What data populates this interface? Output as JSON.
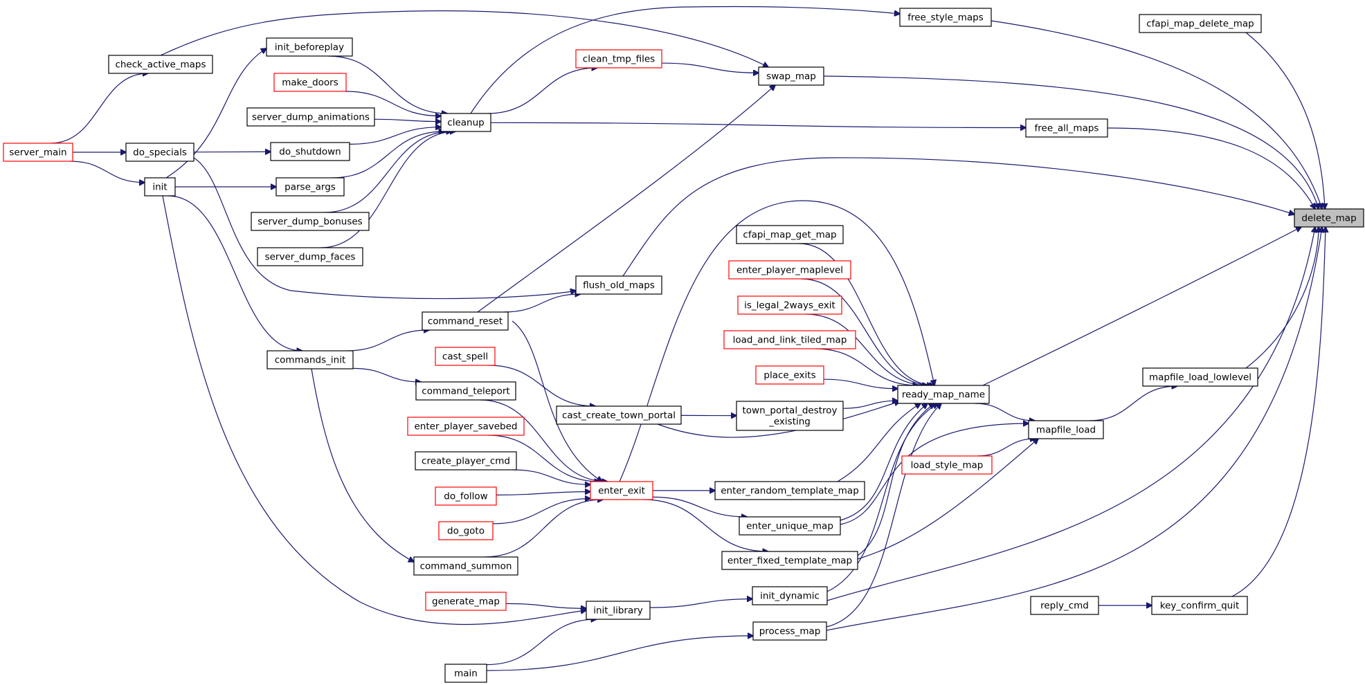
{
  "colors": {
    "edge": "#191970",
    "box_border_normal": "#000000",
    "box_border_truncated": "#ff0000",
    "box_fill_target": "#bfbfbf",
    "box_fill_normal": "#ffffff"
  },
  "nodes": {
    "delete_map": {
      "label": "delete_map",
      "style": "target"
    },
    "cfapi_map_delete_map": {
      "label": "cfapi_map_delete_map",
      "style": "normal"
    },
    "free_style_maps": {
      "label": "free_style_maps",
      "style": "normal"
    },
    "swap_map": {
      "label": "swap_map",
      "style": "normal"
    },
    "free_all_maps": {
      "label": "free_all_maps",
      "style": "normal"
    },
    "ready_map_name": {
      "label": "ready_map_name",
      "style": "normal"
    },
    "mapfile_load_lowlevel": {
      "label": "mapfile_load_lowlevel",
      "style": "normal"
    },
    "mapfile_load": {
      "label": "mapfile_load",
      "style": "normal"
    },
    "key_confirm_quit": {
      "label": "key_confirm_quit",
      "style": "normal"
    },
    "reply_cmd": {
      "label": "reply_cmd",
      "style": "normal"
    },
    "load_style_map": {
      "label": "load_style_map",
      "style": "red"
    },
    "check_active_maps": {
      "label": "check_active_maps",
      "style": "normal"
    },
    "init_beforeplay": {
      "label": "init_beforeplay",
      "style": "normal"
    },
    "make_doors": {
      "label": "make_doors",
      "style": "red"
    },
    "server_dump_animations": {
      "label": "server_dump_animations",
      "style": "normal"
    },
    "cleanup": {
      "label": "cleanup",
      "style": "normal"
    },
    "clean_tmp_files": {
      "label": "clean_tmp_files",
      "style": "red"
    },
    "do_shutdown": {
      "label": "do_shutdown",
      "style": "normal"
    },
    "parse_args": {
      "label": "parse_args",
      "style": "normal"
    },
    "server_dump_bonuses": {
      "label": "server_dump_bonuses",
      "style": "normal"
    },
    "server_dump_faces": {
      "label": "server_dump_faces",
      "style": "normal"
    },
    "server_main": {
      "label": "server_main",
      "style": "red"
    },
    "do_specials": {
      "label": "do_specials",
      "style": "normal"
    },
    "init": {
      "label": "init",
      "style": "normal"
    },
    "flush_old_maps": {
      "label": "flush_old_maps",
      "style": "normal"
    },
    "command_reset": {
      "label": "command_reset",
      "style": "normal"
    },
    "commands_init": {
      "label": "commands_init",
      "style": "normal"
    },
    "cast_spell": {
      "label": "cast_spell",
      "style": "red"
    },
    "command_teleport": {
      "label": "command_teleport",
      "style": "normal"
    },
    "cast_create_town_portal": {
      "label": "cast_create_town_portal",
      "style": "normal"
    },
    "town_portal_destroy_existing": {
      "label": "town_portal_destroy\n_existing",
      "style": "normal"
    },
    "cfapi_map_get_map": {
      "label": "cfapi_map_get_map",
      "style": "normal"
    },
    "enter_player_maplevel": {
      "label": "enter_player_maplevel",
      "style": "red"
    },
    "is_legal_2ways_exit": {
      "label": "is_legal_2ways_exit",
      "style": "red"
    },
    "load_and_link_tiled_map": {
      "label": "load_and_link_tiled_map",
      "style": "red"
    },
    "place_exits": {
      "label": "place_exits",
      "style": "red"
    },
    "enter_player_savebed": {
      "label": "enter_player_savebed",
      "style": "red"
    },
    "create_player_cmd": {
      "label": "create_player_cmd",
      "style": "normal"
    },
    "do_follow": {
      "label": "do_follow",
      "style": "red"
    },
    "do_goto": {
      "label": "do_goto",
      "style": "red"
    },
    "command_summon": {
      "label": "command_summon",
      "style": "normal"
    },
    "enter_exit": {
      "label": "enter_exit",
      "style": "red"
    },
    "enter_random_template_map": {
      "label": "enter_random_template_map",
      "style": "normal"
    },
    "enter_unique_map": {
      "label": "enter_unique_map",
      "style": "normal"
    },
    "enter_fixed_template_map": {
      "label": "enter_fixed_template_map",
      "style": "normal"
    },
    "generate_map": {
      "label": "generate_map",
      "style": "red"
    },
    "init_library": {
      "label": "init_library",
      "style": "normal"
    },
    "init_dynamic": {
      "label": "init_dynamic",
      "style": "normal"
    },
    "process_map": {
      "label": "process_map",
      "style": "normal"
    },
    "main": {
      "label": "main",
      "style": "normal"
    }
  },
  "edges": [
    [
      "cfapi_map_delete_map",
      "delete_map"
    ],
    [
      "free_style_maps",
      "delete_map"
    ],
    [
      "swap_map",
      "delete_map"
    ],
    [
      "free_all_maps",
      "delete_map"
    ],
    [
      "flush_old_maps",
      "delete_map"
    ],
    [
      "ready_map_name",
      "delete_map"
    ],
    [
      "mapfile_load_lowlevel",
      "delete_map"
    ],
    [
      "init_dynamic",
      "delete_map"
    ],
    [
      "process_map",
      "delete_map"
    ],
    [
      "key_confirm_quit",
      "delete_map"
    ],
    [
      "mapfile_load",
      "mapfile_load_lowlevel"
    ],
    [
      "reply_cmd",
      "key_confirm_quit"
    ],
    [
      "load_style_map",
      "mapfile_load"
    ],
    [
      "ready_map_name",
      "mapfile_load"
    ],
    [
      "enter_fixed_template_map",
      "mapfile_load"
    ],
    [
      "enter_unique_map",
      "mapfile_load"
    ],
    [
      "cleanup",
      "free_style_maps"
    ],
    [
      "cleanup",
      "free_all_maps"
    ],
    [
      "check_active_maps",
      "swap_map"
    ],
    [
      "clean_tmp_files",
      "swap_map"
    ],
    [
      "command_reset",
      "swap_map"
    ],
    [
      "cleanup",
      "clean_tmp_files"
    ],
    [
      "init_beforeplay",
      "cleanup"
    ],
    [
      "make_doors",
      "cleanup"
    ],
    [
      "server_dump_animations",
      "cleanup"
    ],
    [
      "do_shutdown",
      "cleanup"
    ],
    [
      "parse_args",
      "cleanup"
    ],
    [
      "server_dump_bonuses",
      "cleanup"
    ],
    [
      "server_dump_faces",
      "cleanup"
    ],
    [
      "server_main",
      "check_active_maps"
    ],
    [
      "server_main",
      "do_specials"
    ],
    [
      "server_main",
      "init"
    ],
    [
      "init",
      "init_beforeplay"
    ],
    [
      "do_specials",
      "do_shutdown"
    ],
    [
      "init",
      "parse_args"
    ],
    [
      "do_specials",
      "flush_old_maps"
    ],
    [
      "command_reset",
      "flush_old_maps"
    ],
    [
      "init",
      "commands_init"
    ],
    [
      "commands_init",
      "command_reset"
    ],
    [
      "commands_init",
      "command_teleport"
    ],
    [
      "commands_init",
      "command_summon"
    ],
    [
      "init",
      "init_library"
    ],
    [
      "cast_spell",
      "cast_create_town_portal"
    ],
    [
      "cast_create_town_portal",
      "town_portal_destroy_existing"
    ],
    [
      "cast_create_town_portal",
      "ready_map_name"
    ],
    [
      "town_portal_destroy_existing",
      "ready_map_name"
    ],
    [
      "cfapi_map_get_map",
      "ready_map_name"
    ],
    [
      "enter_player_maplevel",
      "ready_map_name"
    ],
    [
      "is_legal_2ways_exit",
      "ready_map_name"
    ],
    [
      "load_and_link_tiled_map",
      "ready_map_name"
    ],
    [
      "place_exits",
      "ready_map_name"
    ],
    [
      "enter_exit",
      "ready_map_name"
    ],
    [
      "enter_random_template_map",
      "ready_map_name"
    ],
    [
      "enter_unique_map",
      "ready_map_name"
    ],
    [
      "enter_fixed_template_map",
      "ready_map_name"
    ],
    [
      "init_dynamic",
      "ready_map_name"
    ],
    [
      "process_map",
      "ready_map_name"
    ],
    [
      "command_reset",
      "enter_exit"
    ],
    [
      "command_teleport",
      "enter_exit"
    ],
    [
      "enter_player_savebed",
      "enter_exit"
    ],
    [
      "create_player_cmd",
      "enter_exit"
    ],
    [
      "do_follow",
      "enter_exit"
    ],
    [
      "do_goto",
      "enter_exit"
    ],
    [
      "command_summon",
      "enter_exit"
    ],
    [
      "enter_exit",
      "enter_random_template_map"
    ],
    [
      "enter_exit",
      "enter_unique_map"
    ],
    [
      "enter_exit",
      "enter_fixed_template_map"
    ],
    [
      "generate_map",
      "init_library"
    ],
    [
      "main",
      "init_library"
    ],
    [
      "init_library",
      "init_dynamic"
    ],
    [
      "main",
      "process_map"
    ]
  ]
}
